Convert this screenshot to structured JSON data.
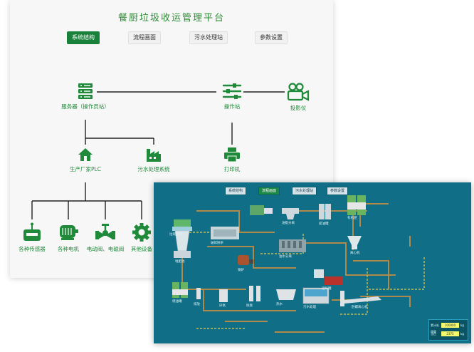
{
  "structure_window": {
    "title": "餐厨垃圾收运管理平台",
    "tabs": [
      {
        "label": "系统结构",
        "active": true
      },
      {
        "label": "流程画面",
        "active": false
      },
      {
        "label": "污水处理站",
        "active": false
      },
      {
        "label": "参数设置",
        "active": false
      }
    ],
    "nodes": {
      "server": "服务器（操作员站）",
      "operator_station": "操作站",
      "projector": "投影仪",
      "plc": "生产厂家PLC",
      "wastewater_system": "污水处理系统",
      "printer": "打印机",
      "sensors": "各种传感器",
      "motors": "各种电机",
      "valves": "电动阀、电磁阀",
      "other_devices": "其他设备"
    },
    "accent_color": "#1f8a3a"
  },
  "process_window": {
    "tabs": [
      {
        "label": "系统结构",
        "active": false
      },
      {
        "label": "流程画面",
        "active": true
      },
      {
        "label": "污水处理站",
        "active": false
      },
      {
        "label": "参数设置",
        "active": false
      }
    ],
    "labels": {
      "unit1": "垃圾接料",
      "unit2": "破碎除杂",
      "unit3": "油脂分离",
      "unit4": "提油罐",
      "unit5": "堆肥池",
      "unit6": "锅炉",
      "unit7": "油水分离",
      "unit8": "离心机",
      "unit9": "有机肥",
      "unit10": "污水处理",
      "unit11": "沼气罐",
      "unit12": "厌氧",
      "unit13": "储油罐",
      "unit14": "除臭",
      "unit15": "卧螺离心机",
      "unit16": "热水",
      "unit17": "排放"
    },
    "panel": {
      "rows": [
        {
          "key": "累计处理量",
          "value": "100000",
          "unit": "kg"
        },
        {
          "key": "当日",
          "value": "2375",
          "unit": "kg"
        }
      ]
    },
    "background_color": "#106e86"
  }
}
